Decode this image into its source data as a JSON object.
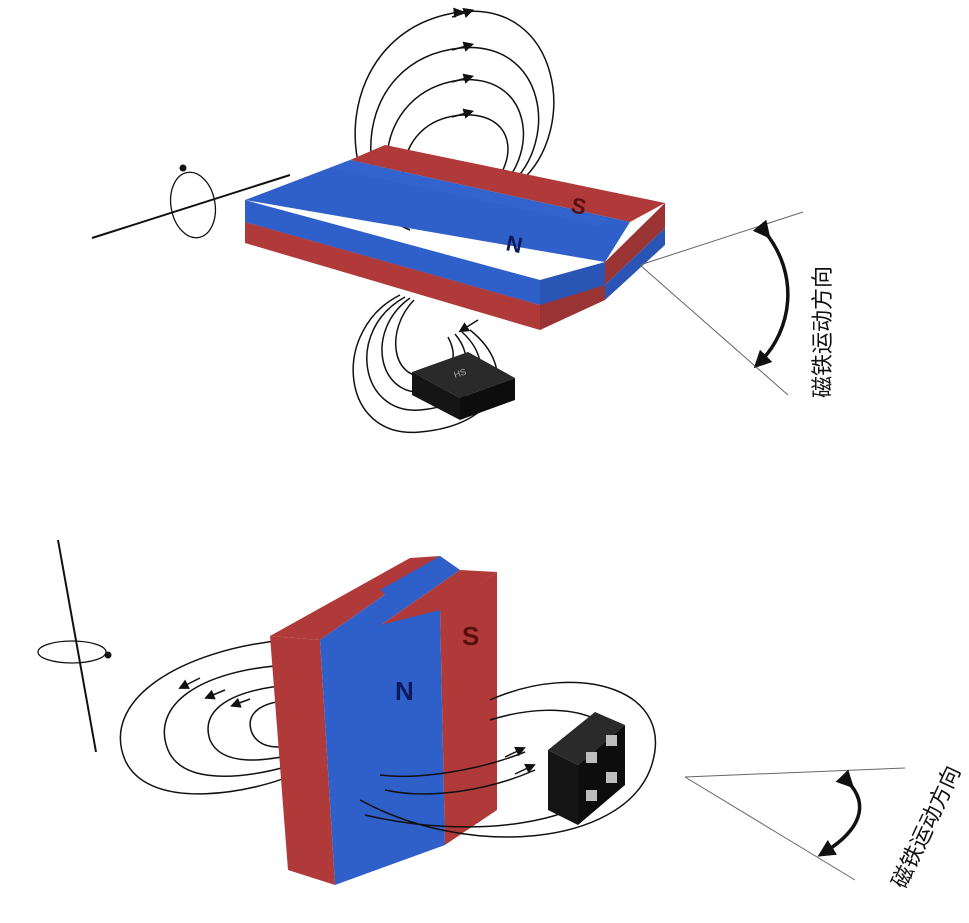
{
  "colors": {
    "north": "#2f5fc8",
    "north_dark": "#1f47a0",
    "south": "#b03a3a",
    "south_dark": "#8c2c2c",
    "field_line": "#111111",
    "sensor": "#151515"
  },
  "top_figure": {
    "label_north": "N",
    "label_south": "S",
    "sensor_mark": "HS",
    "motion_label": "磁铁运动方向"
  },
  "bottom_figure": {
    "label_north": "N",
    "label_south": "S",
    "motion_label": "磁铁运动方向"
  }
}
